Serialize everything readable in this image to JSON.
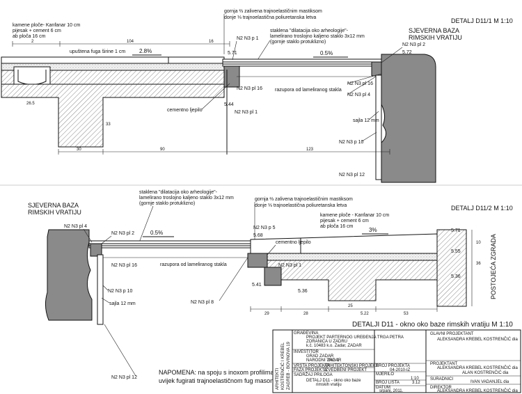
{
  "d1": {
    "title": "DETALJ D11/1  M 1:10",
    "zone": [
      "SJEVERNA BAZA",
      "RIMSKIH VRATIJU"
    ],
    "callout_top": [
      "gornja ⅔ zalivena trajnoelastičnim mastiksom",
      "donje ⅓ trajnoelastična poliuretanska letva"
    ],
    "callout_left": [
      "kamene ploče- Kanfanar 10 cm",
      "pijesak + cement 6 cm",
      "ab ploča 16 cm"
    ],
    "callout_glass": [
      "staklena \"dilatacija oko arheologije\"-",
      "lamelirano troslojno kaljeno staklo 3x12 mm",
      "(gornje staklo protuklizno)"
    ],
    "fuga": "upuštena fuga širine 1 cm",
    "slope1": "2.8%",
    "slope2": "0.5%",
    "razupora": "razupora od lameliranog stakla",
    "cement": "cementno ljepilo",
    "sajla": "sajla 12 mm",
    "codes": [
      "N2 N3 p 1",
      "N2 N3 pl 2",
      "N2 N3 pl 16",
      "N2 N3 pl 4",
      "N2 N3 pl 1",
      "N2 N3 p 10",
      "N2 N3 pl 12"
    ],
    "levels": [
      "5.71",
      "5.72",
      "5.44"
    ],
    "dims_top": [
      "104",
      "16"
    ],
    "dims_bottom": [
      "30",
      "90",
      "123"
    ],
    "dims_left": [
      "26.5",
      "33",
      "2"
    ]
  },
  "d2": {
    "title": "DETALJ D11/2  M 1:10",
    "zone": [
      "SJEVERNA BAZA",
      "RIMSKIH VRATIJU"
    ],
    "callout_glass": [
      "staklena \"dilatacija oko arheologije\"-",
      "lamelirano troslojno kaljeno staklo 3x12 mm",
      "(gornje staklo protuklizno)"
    ],
    "callout_top": [
      "gornja ⅔ zalivena trajnoelastičnim mastiksom",
      "donje ⅓ trajnoelastična poliuretanska letva"
    ],
    "callout_right": [
      "kamene ploče - Kanfanar 10 cm",
      "pijesak + cement 6 cm",
      "ab ploča 16 cm"
    ],
    "slope1": "0.5%",
    "slope2": "3%",
    "razupora": "razupora od lameliranog stakla",
    "cement": "cementno ljepilo",
    "sajla": "sajla 12 mm",
    "building": "POSTOJEĆA ZGRADA",
    "codes": [
      "N2 N3 pl 4",
      "N2 N3 pl 2",
      "N2 N3 pl 16",
      "N2 N3 p 10",
      "N2 N3 pl 8",
      "N2 N3 p 5",
      "N2 N3 pl 1",
      "N2 N3 pl 12"
    ],
    "levels": [
      "5.68",
      "5.71",
      "5.55",
      "5.36",
      "5.41",
      "5.36"
    ],
    "dims_bottom": [
      "29",
      "28",
      "25",
      "5.22",
      "53"
    ],
    "dims_right": [
      "10",
      "36"
    ]
  },
  "main_title": "DETALJI D11 - okno oko baze rimskih vratiju   M 1:10",
  "note": [
    "NAPOMENA: na spoju s inoxom profilima",
    "uvijek fugirati trajnoelastičnom fug masom!"
  ],
  "titleblock": {
    "stamp": [
      "ARHITEKTI",
      "KOSTRENČIĆ I KREBEL",
      "ZAGREB - BOVINOVA 19"
    ],
    "rows": [
      {
        "label": "GRAĐEVINA",
        "value": [
          "PROJEKT PARTERNOG UREĐENJA TRGA PETRA",
          "ZORANIĆA U ZADRU",
          "k.č. 10483 k.o. Zadar, ZADAR"
        ]
      },
      {
        "label": "INVESTITOR",
        "value": [
          "GRAD ZADAR",
          "NARODNI TRG 1",
          "ZADAR"
        ]
      },
      {
        "label": "VRSTA PROJEKTA",
        "value": [
          "ARHITEKTONSKI PROJEKT"
        ]
      },
      {
        "label": "FAZA PROJEKTA",
        "value": [
          "IZVEDBENI PROJEKT"
        ]
      },
      {
        "label": "SADRŽAJ PRILOGA",
        "value": [
          "DETALJ D11 - okno oko baze",
          "rimskih vratiju"
        ]
      }
    ],
    "mid": [
      {
        "label": "BROJ PROJEKTA",
        "value": "04-2010-IZ"
      },
      {
        "label": "MJERILO",
        "value": "1:10"
      },
      {
        "label": "BROJ LISTA",
        "value": "3.12"
      },
      {
        "label": "DATUM",
        "value": "srpanj, 2011."
      }
    ],
    "right": [
      {
        "label": "GLAVNI PROJEKTANT",
        "value": "ALEKSANDRA KREBEL KOSTRENČIĆ dia"
      },
      {
        "label": "PROJEKTANT",
        "value": "ALEKSANDRA KREBEL KOSTRENČIĆ dia"
      },
      {
        "label": "",
        "value": "ALAN KOSTRENČIĆ dia"
      },
      {
        "label": "SURADNICI",
        "value": "IVAN VADANJEL dia"
      },
      {
        "label": "DIREKTOR",
        "value": "ALEKSANDRA KREBEL KOSTRENČIĆ dia"
      }
    ]
  }
}
